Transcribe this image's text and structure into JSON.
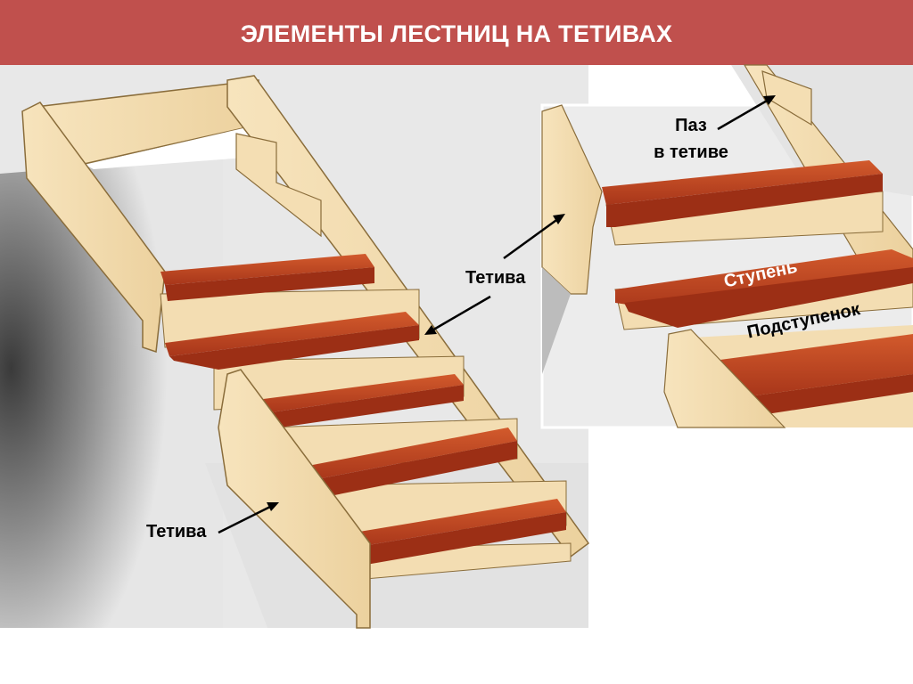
{
  "header": {
    "title": "ЭЛЕМЕНТЫ ЛЕСТНИЦ НА ТЕТИВАХ"
  },
  "labels": {
    "groove": [
      "Паз",
      "в тетиве"
    ],
    "stringer_right": "Тетива",
    "stringer_bottom": "Тетива",
    "tread": "Ступень",
    "riser": "Подступенок"
  },
  "colors": {
    "header_bg": "#c0504d",
    "wood_light": "#f2dcae",
    "tread_red": "#b8401e"
  }
}
